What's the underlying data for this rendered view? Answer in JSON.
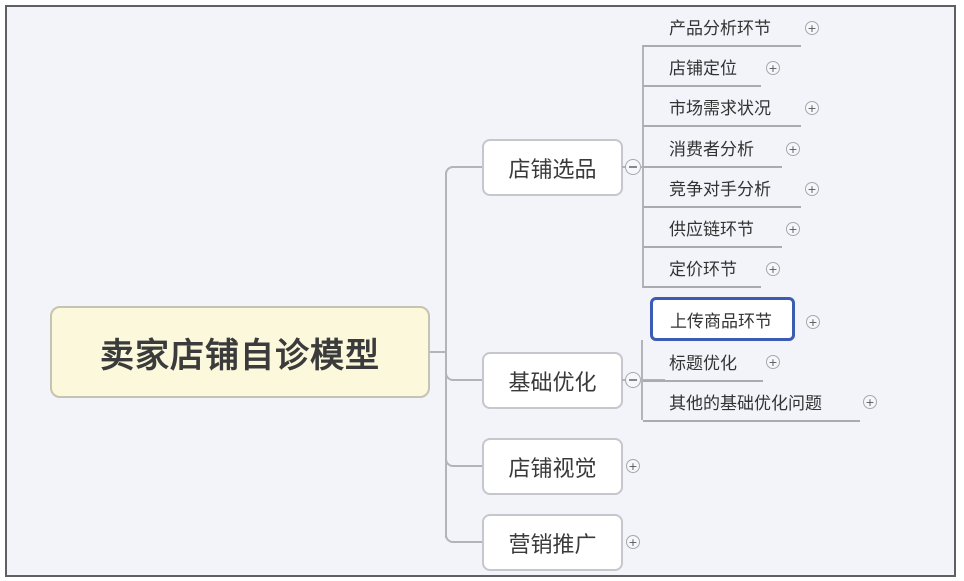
{
  "mindmap": {
    "root": {
      "label": "卖家店铺自诊模型"
    },
    "branches": [
      {
        "label": "店铺选品",
        "expanded": true,
        "children": [
          {
            "label": "产品分析环节",
            "collapsed": true
          },
          {
            "label": "店铺定位",
            "collapsed": true
          },
          {
            "label": "市场需求状况",
            "collapsed": true
          },
          {
            "label": "消费者分析",
            "collapsed": true
          },
          {
            "label": "竞争对手分析",
            "collapsed": true
          },
          {
            "label": "供应链环节",
            "collapsed": true
          },
          {
            "label": "定价环节",
            "collapsed": true
          }
        ]
      },
      {
        "label": "基础优化",
        "expanded": true,
        "children": [
          {
            "label": "上传商品环节",
            "collapsed": true,
            "selected": true
          },
          {
            "label": "标题优化",
            "collapsed": true
          },
          {
            "label": "其他的基础优化问题",
            "collapsed": true
          }
        ]
      },
      {
        "label": "店铺视觉",
        "expanded": false
      },
      {
        "label": "营销推广",
        "expanded": false
      }
    ],
    "icons": {
      "expand": "⊕",
      "collapse": "⊖"
    },
    "colors": {
      "canvas_bg": "#f2f4f9",
      "frame": "#5f6063",
      "root_fill": "#fbf8dc",
      "node_fill": "#ffffff",
      "connector": "#b2b4ba",
      "selection": "#3c5bb3"
    }
  }
}
